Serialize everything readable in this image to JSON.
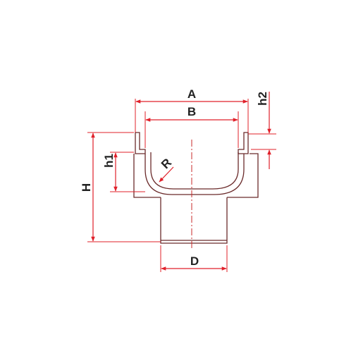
{
  "diagram": {
    "labels": {
      "A": "A",
      "B": "B",
      "D": "D",
      "H": "H",
      "h1": "h1",
      "h2": "h2",
      "R": "R"
    },
    "colors": {
      "outline": "#6b2b2b",
      "dimension": "#e0202a",
      "centerline": "#c82a2a",
      "text": "#222222"
    }
  }
}
